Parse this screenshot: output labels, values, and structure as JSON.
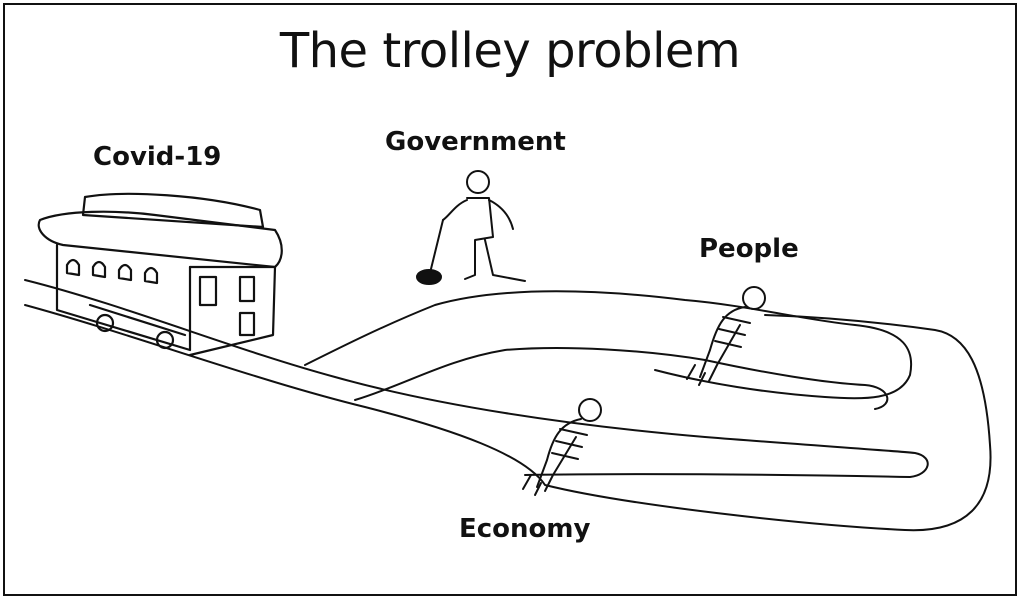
{
  "meme": {
    "title": "The trolley problem",
    "labels": {
      "trolley": "Covid-19",
      "lever_operator": "Government",
      "upper_track": "People",
      "lower_track": "Economy"
    }
  }
}
